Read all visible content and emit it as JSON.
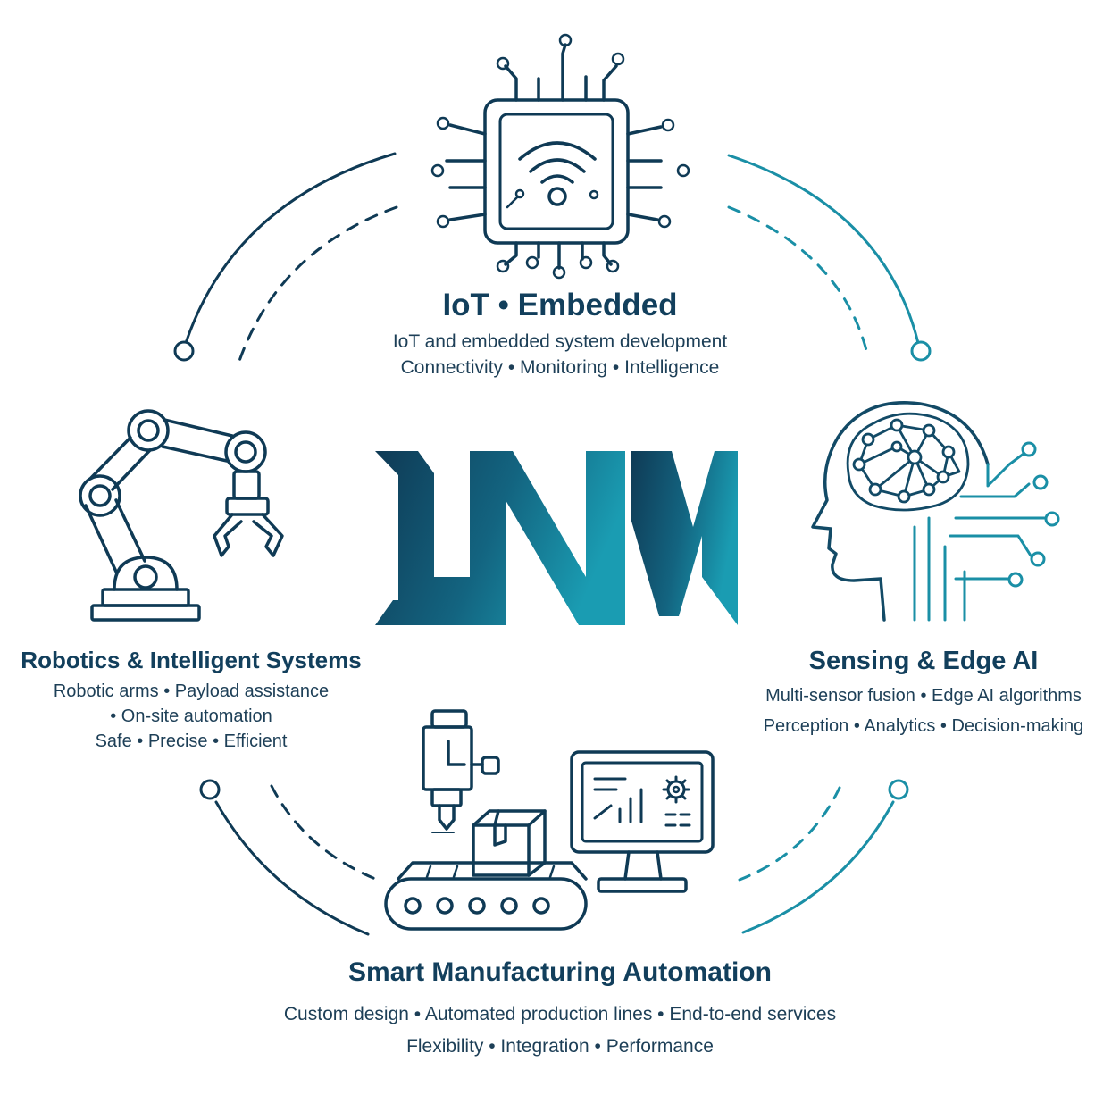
{
  "colors": {
    "dark": "#0f3a55",
    "mid": "#15607a",
    "teal": "#1a95ab",
    "text": "#163a52"
  },
  "logo": {
    "text": "INM"
  },
  "iot": {
    "title": "IoT • Embedded",
    "line1": "IoT and embedded system development",
    "line2": "Connectivity • Monitoring • Intelligence",
    "icon": "chip-wifi-icon"
  },
  "robotics": {
    "title": "Robotics & Intelligent Systems",
    "line1": "Robotic arms • Payload assistance",
    "line2": "• On-site automation",
    "line3": "Safe • Precise • Efficient",
    "icon": "robot-arm-icon"
  },
  "sensing": {
    "title": "Sensing & Edge AI",
    "line1": "Multi-sensor fusion • Edge AI algorithms",
    "line2": "Perception • Analytics • Decision-making",
    "icon": "ai-head-icon"
  },
  "manufacturing": {
    "title": "Smart Manufacturing Automation",
    "line1": "Custom design • Automated production lines • End-to-end services",
    "line2": "Flexibility • Integration • Performance",
    "icon": "factory-line-icon"
  }
}
